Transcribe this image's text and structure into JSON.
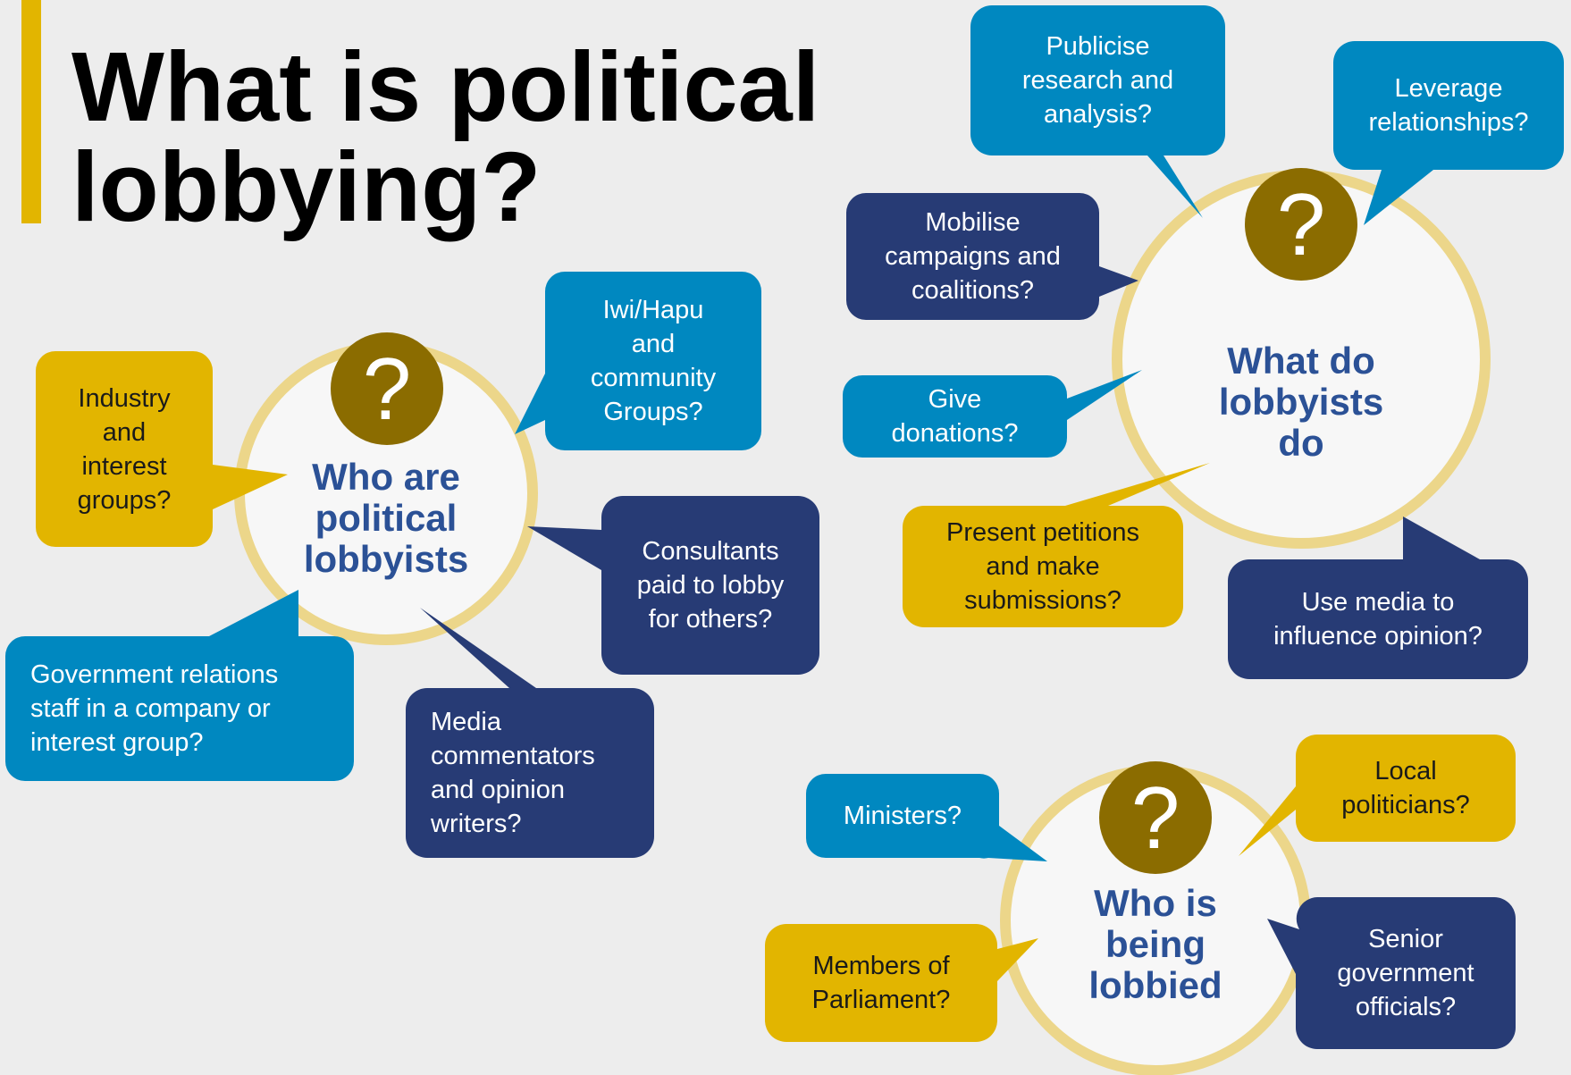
{
  "title": {
    "line1": "What is political",
    "line2": "lobbying?"
  },
  "colors": {
    "background": "#ededed",
    "accent_bar": "#e2b500",
    "light_blue": "#0088c0",
    "navy": "#273b75",
    "gold": "#e2b500",
    "question_mark_fill": "#8b6c00",
    "hub_fill": "#f7f7f7",
    "hub_ring": "#ecd68a",
    "hub_text": "#2b5196"
  },
  "icons": {
    "question_mark": "question-mark-icon",
    "question_glyph": "?"
  },
  "hubs": [
    {
      "id": "who-are-lobbyists",
      "lines": [
        "Who are",
        "political",
        "lobbyists"
      ]
    },
    {
      "id": "what-do-lobbyists-do",
      "lines": [
        "What do",
        "lobbyists",
        "do"
      ]
    },
    {
      "id": "who-is-lobbied",
      "lines": [
        "Who is",
        "being",
        "lobbied"
      ]
    }
  ],
  "bubbles": [
    {
      "id": "industry-groups",
      "color": "gold",
      "lines": [
        "Industry",
        "and",
        "interest",
        "groups?"
      ]
    },
    {
      "id": "iwi-hapu",
      "color": "light_blue",
      "lines": [
        "Iwi/Hapu",
        "and",
        "community",
        "Groups?"
      ]
    },
    {
      "id": "consultants",
      "color": "navy",
      "lines": [
        "Consultants",
        "paid to lobby",
        "for others?"
      ]
    },
    {
      "id": "government-relations",
      "color": "light_blue",
      "lines": [
        "Government relations",
        "staff in a company or",
        "interest group?"
      ]
    },
    {
      "id": "media-commentators",
      "color": "navy",
      "lines": [
        "Media",
        "commentators",
        "and opinion",
        "writers?"
      ]
    },
    {
      "id": "publicise-research",
      "color": "light_blue",
      "lines": [
        "Publicise",
        "research and",
        "analysis?"
      ]
    },
    {
      "id": "leverage-relationships",
      "color": "light_blue",
      "lines": [
        "Leverage",
        "relationships?"
      ]
    },
    {
      "id": "mobilise-campaigns",
      "color": "navy",
      "lines": [
        "Mobilise",
        "campaigns and",
        "coalitions?"
      ]
    },
    {
      "id": "give-donations",
      "color": "light_blue",
      "lines": [
        "Give",
        "donations?"
      ]
    },
    {
      "id": "present-petitions",
      "color": "gold",
      "lines": [
        "Present petitions",
        "and make",
        "submissions?"
      ]
    },
    {
      "id": "use-media",
      "color": "navy",
      "lines": [
        "Use media to",
        "influence opinion?"
      ]
    },
    {
      "id": "ministers",
      "color": "light_blue",
      "lines": [
        "Ministers?"
      ]
    },
    {
      "id": "local-politicians",
      "color": "gold",
      "lines": [
        "Local",
        "politicians?"
      ]
    },
    {
      "id": "members-of-parliament",
      "color": "gold",
      "lines": [
        "Members of",
        "Parliament?"
      ]
    },
    {
      "id": "senior-officials",
      "color": "navy",
      "lines": [
        "Senior",
        "government",
        "officials?"
      ]
    }
  ]
}
